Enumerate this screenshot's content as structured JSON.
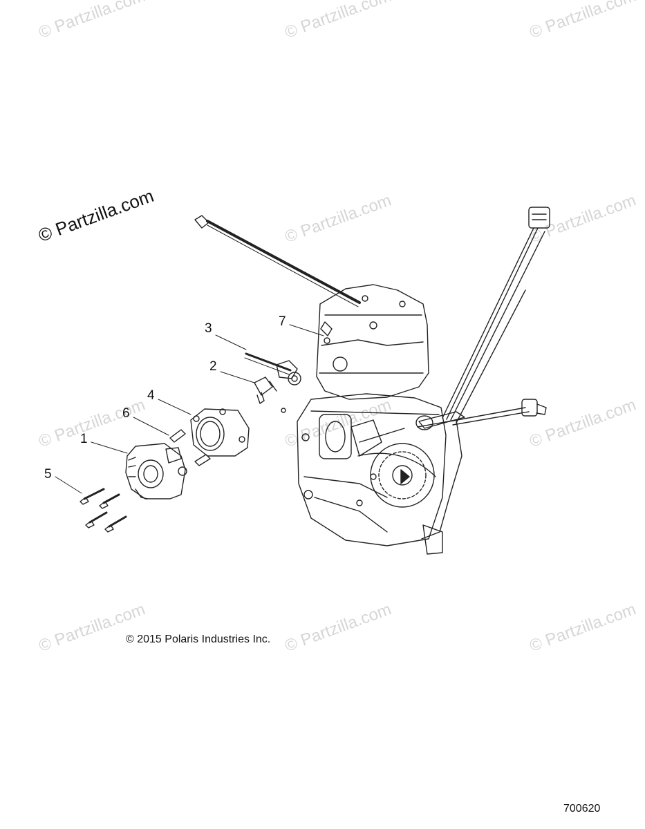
{
  "watermark": {
    "text": "© Partzilla.com",
    "main_text": "© Partzilla.com"
  },
  "callouts": [
    "1",
    "2",
    "3",
    "4",
    "5",
    "6",
    "7"
  ],
  "copyright": "© 2015 Polaris Industries Inc.",
  "figure_number": "700620",
  "colors": {
    "line": "#222222",
    "watermark": "#d6d6d6"
  }
}
